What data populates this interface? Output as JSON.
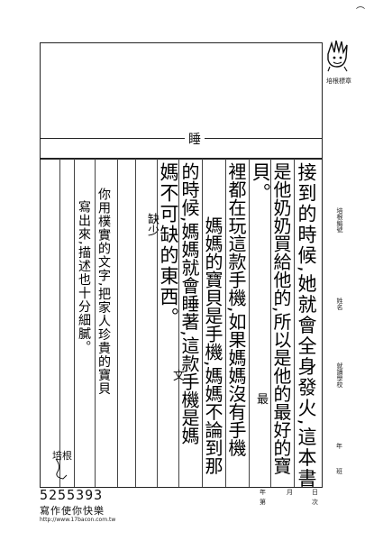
{
  "comment_box": {
    "title": "睡"
  },
  "stamp": {
    "label": "培根標章",
    "mascot_icon": "hand-mascot-icon"
  },
  "side_fields": {
    "serial": "培根編號",
    "name": "姓名",
    "school": "就讀學校",
    "grade": "年",
    "class": "班"
  },
  "bottom_fields": {
    "year": "年",
    "issue": "第",
    "month": "月",
    "num": "日",
    "times": "次"
  },
  "footer": {
    "code": "5255393",
    "brand": "寫作使你快樂",
    "url": "http://www.17bacon.com.tw"
  },
  "essay_columns": [
    "接到的時候,她就會全身發火,這本書",
    "是他奶奶買給他的,所以是他的最好的寶",
    "貝。",
    "裡都在玩這款手機,如果媽媽沒有手機",
    "媽媽的寶貝是手機,媽媽不論到那",
    "的時候,媽媽就會睡著,這款手機是媽",
    "媽不可缺的東西。",
    "缺少",
    "你用樸實的文字,把家人珍貴的寶貝",
    "寫出來,描述也十分細膩。"
  ],
  "annotations": {
    "zui": "最",
    "wen": "文",
    "signature": "培根"
  }
}
